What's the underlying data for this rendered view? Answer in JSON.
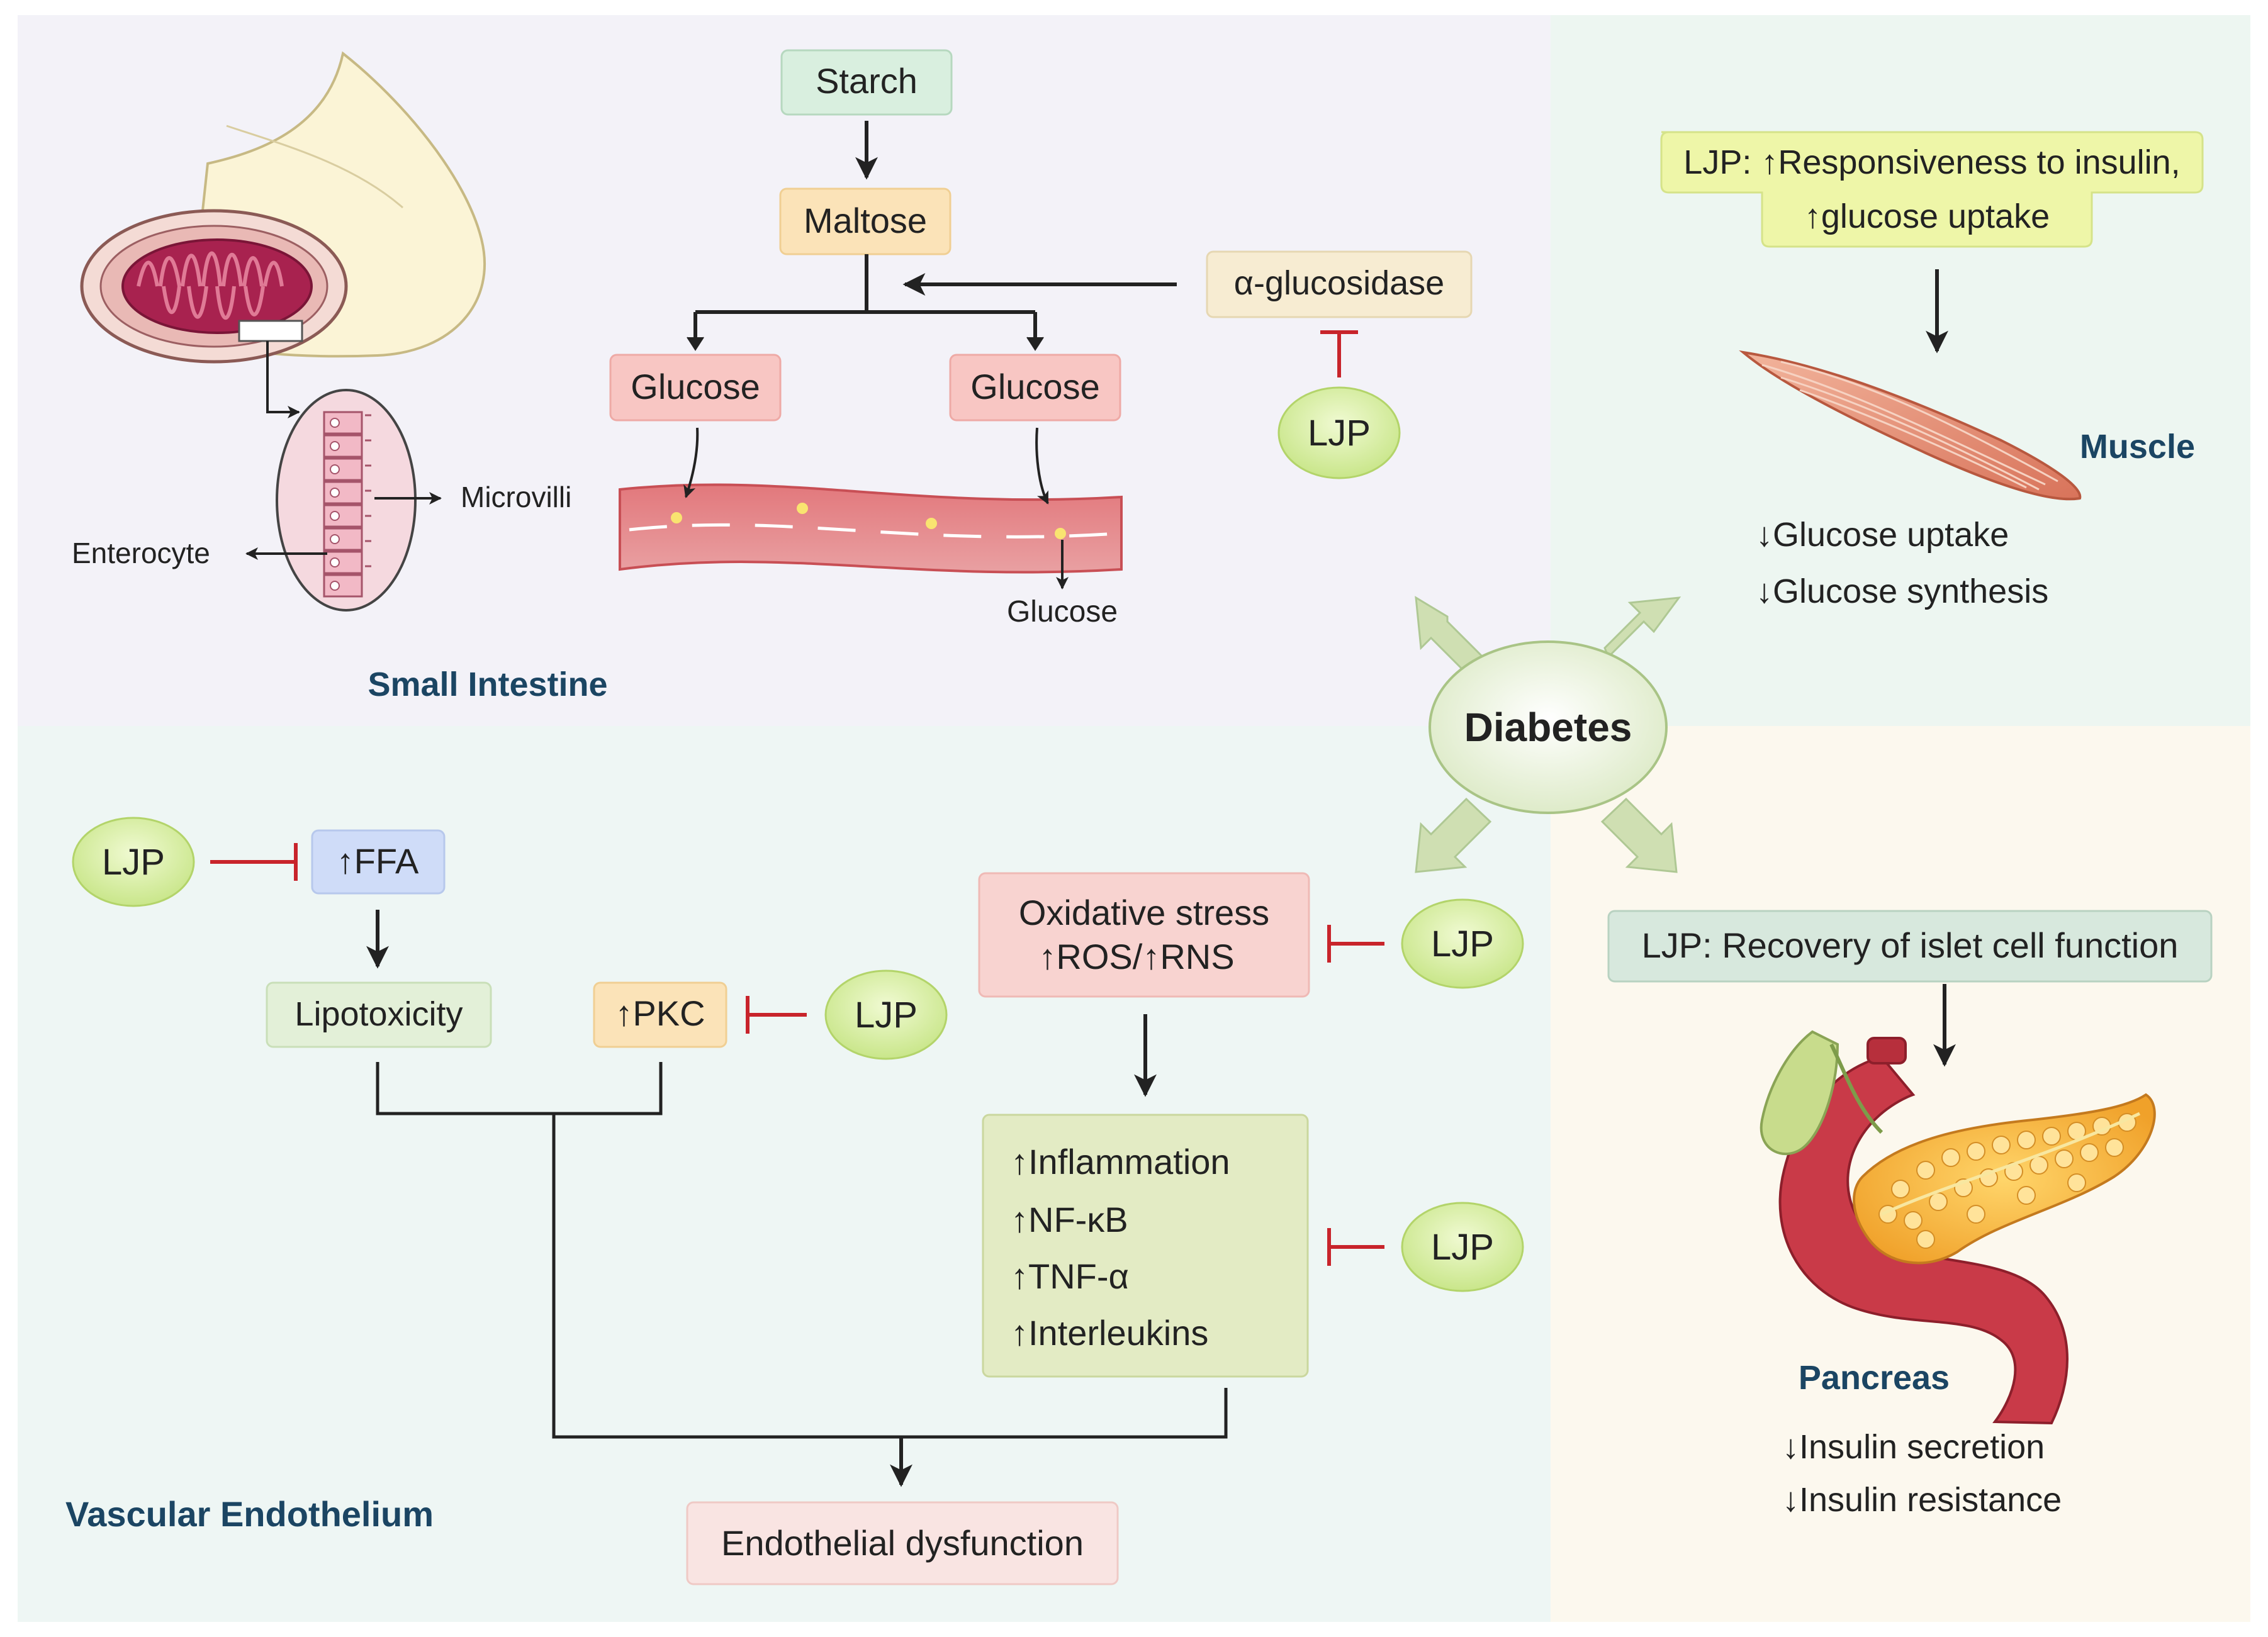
{
  "colors": {
    "bg_intestine": "#f3f2f8",
    "bg_muscle": "#edf6f1",
    "bg_vascular": "#eef6f4",
    "bg_pancreas": "#fcf8ee",
    "ljp_fill": "#dcf0a8",
    "inhibit_red": "#c8242b",
    "region_title": "#1b4563",
    "arrow_green": "#cfdfb2"
  },
  "center": {
    "label": "Diabetes"
  },
  "small_intestine": {
    "title": "Small Intestine",
    "microvilli_label": "Microvilli",
    "enterocyte_label": "Enterocyte",
    "starch": "Starch",
    "maltose": "Maltose",
    "enzyme": "α-glucosidase",
    "glucose_left": "Glucose",
    "glucose_right": "Glucose",
    "glucose_absorbed": "Glucose",
    "ljp": "LJP"
  },
  "muscle": {
    "title": "Muscle",
    "ljp_line1": "LJP: ↑Responsiveness to insulin,",
    "ljp_line2": "↑glucose uptake",
    "effect1": "↓Glucose uptake",
    "effect2": "↓Glucose synthesis"
  },
  "vascular": {
    "title": "Vascular Endothelium",
    "ljp_ffa": "LJP",
    "ffa": "↑FFA",
    "lipotoxicity": "Lipotoxicity",
    "pkc": "↑PKC",
    "ljp_pkc": "LJP",
    "oxidative_line1": "Oxidative stress",
    "oxidative_line2": "↑ROS/↑RNS",
    "ljp_oxidative": "LJP",
    "inflam": [
      "↑Inflammation",
      "↑NF-κB",
      "↑TNF-α",
      "↑Interleukins"
    ],
    "ljp_inflam": "LJP",
    "endothelial": "Endothelial dysfunction"
  },
  "pancreas": {
    "title": "Pancreas",
    "ljp_box": "LJP: Recovery of islet cell function",
    "effect1": "↓Insulin secretion",
    "effect2": "↓Insulin resistance"
  }
}
